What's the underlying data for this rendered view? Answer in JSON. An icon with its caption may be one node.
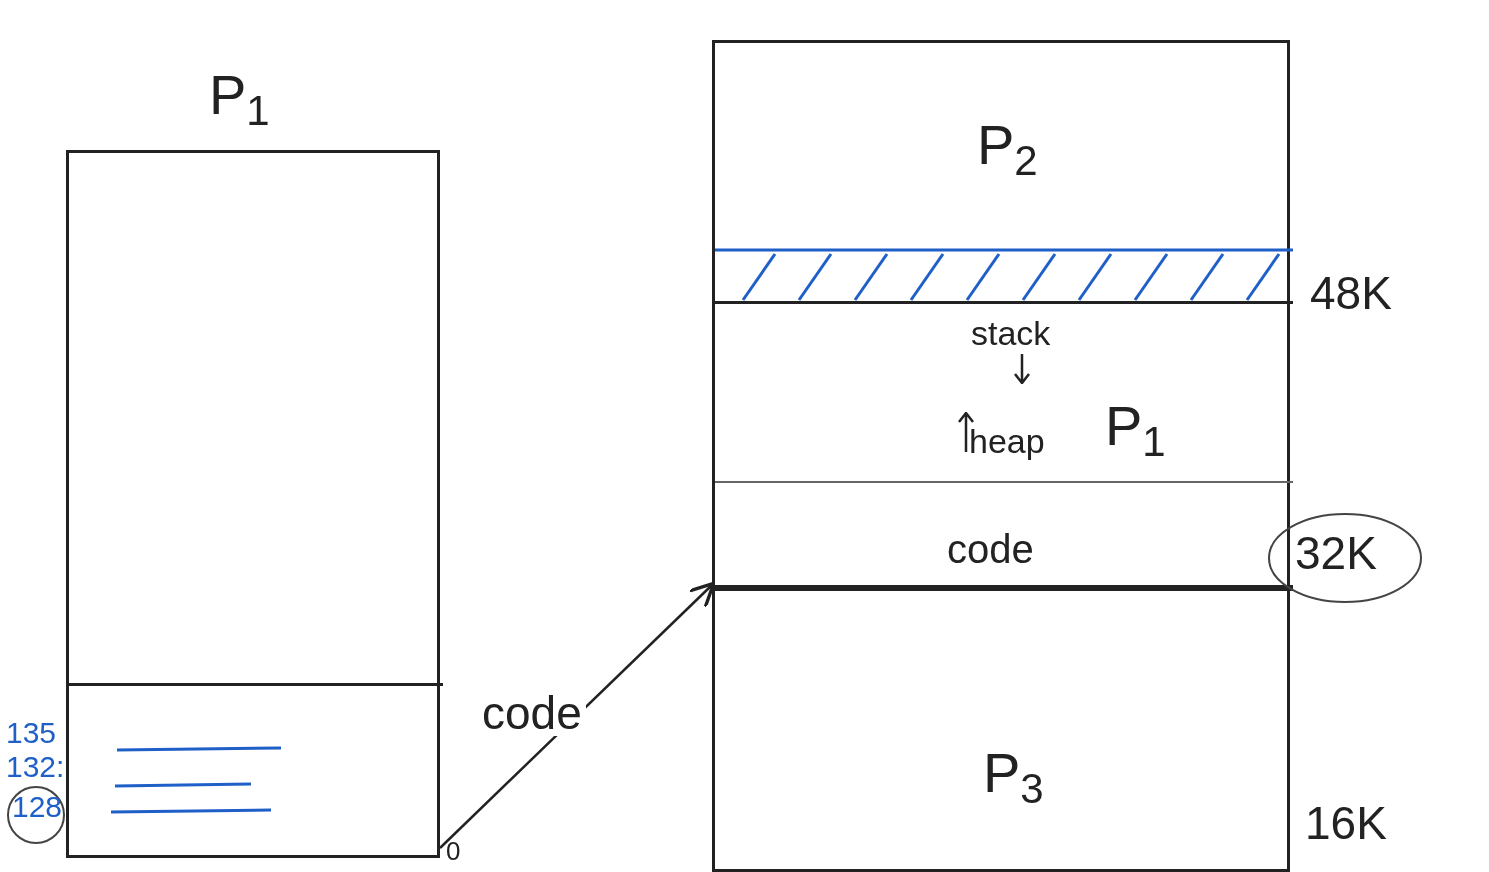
{
  "diagram": {
    "nodes": [
      {
        "text": [
          "P$_{1}$"
        ]
      },
      {
        "text": [],
        "shape": "box",
        "in": 0
      },
      {
        "text": [],
        "shape": "box"
      },
      {
        "text": [
          "P$_{2}$"
        ],
        "in": 2
      },
      {
        "text": [],
        "shape": "bar",
        "in": 2
      },
      {
        "text": [
          "P$_{1}$"
        ],
        "in": 2
      },
      {
        "text": [
          "stack",
          "heap"
        ],
        "in": 5
      },
      {
        "text": [
          "code"
        ],
        "in": 5
      },
      {
        "text": [
          "P$_{3}$"
        ],
        "in": 2
      }
    ],
    "edges": [
      {
        "from": 1,
        "to": 7,
        "arrow": "to",
        "label": "code"
      }
    ],
    "labels": [
      "135",
      "132:",
      "128",
      "0",
      "48K",
      "32K",
      "16K"
    ]
  }
}
